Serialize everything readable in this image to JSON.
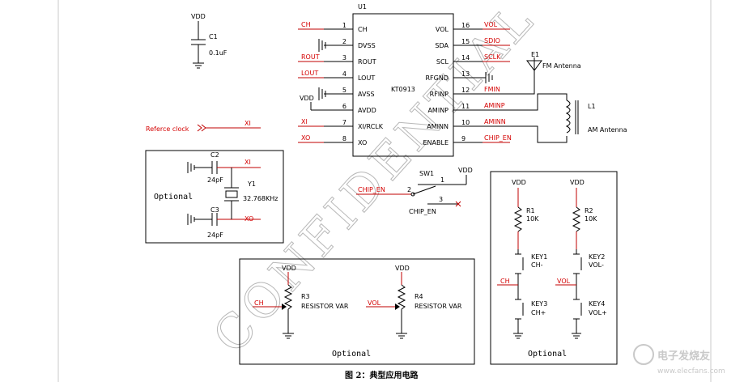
{
  "ic": {
    "ref": "U1",
    "part": "KT0913",
    "left_pins": [
      {
        "num": "1",
        "name": "CH",
        "net": "CH"
      },
      {
        "num": "2",
        "name": "DVSS",
        "net": ""
      },
      {
        "num": "3",
        "name": "ROUT",
        "net": "ROUT"
      },
      {
        "num": "4",
        "name": "LOUT",
        "net": "LOUT"
      },
      {
        "num": "5",
        "name": "AVSS",
        "net": ""
      },
      {
        "num": "6",
        "name": "AVDD",
        "net": "VDD"
      },
      {
        "num": "7",
        "name": "XI/RCLK",
        "net": "XI"
      },
      {
        "num": "8",
        "name": "XO",
        "net": "XO"
      }
    ],
    "right_pins": [
      {
        "num": "16",
        "name": "VOL",
        "net": "VOL"
      },
      {
        "num": "15",
        "name": "SDA",
        "net": "SDIO"
      },
      {
        "num": "14",
        "name": "SCL",
        "net": "SCLK"
      },
      {
        "num": "13",
        "name": "RFGND",
        "net": ""
      },
      {
        "num": "12",
        "name": "RFINP",
        "net": "FMIN"
      },
      {
        "num": "11",
        "name": "AMINP",
        "net": "AMINP"
      },
      {
        "num": "10",
        "name": "AMINN",
        "net": "AMINN"
      },
      {
        "num": "9",
        "name": "ENABLE",
        "net": "CHIP_EN"
      }
    ]
  },
  "c1": {
    "vdd": "VDD",
    "ref": "C1",
    "value": "0.1uF"
  },
  "antenna": {
    "ref": "E1",
    "label": "FM Antenna"
  },
  "coil": {
    "ref": "L1",
    "label": "AM Antenna"
  },
  "ref_clock": {
    "label": "Referce clock",
    "net": "XI"
  },
  "crystal": {
    "c2_ref": "C2",
    "c2_val": "24pF",
    "c3_ref": "C3",
    "c3_val": "24pF",
    "y_ref": "Y1",
    "y_val": "32.768KHz",
    "net_top": "XI",
    "net_bot": "XO",
    "optional": "Optional"
  },
  "switch": {
    "ref": "SW1",
    "vdd": "VDD",
    "net": "CHIP_EN",
    "label": "CHIP_EN",
    "p1": "1",
    "p2": "2",
    "p3": "3"
  },
  "pots": {
    "optional": "Optional",
    "r3": {
      "vdd": "VDD",
      "net": "CH",
      "ref": "R3",
      "value": "RESISTOR VAR"
    },
    "r4": {
      "vdd": "VDD",
      "net": "VOL",
      "ref": "R4",
      "value": "RESISTOR VAR"
    }
  },
  "keys": {
    "optional": "Optional",
    "left": {
      "vdd": "VDD",
      "r_ref": "R1",
      "r_val": "10K",
      "net": "CH",
      "k_top_ref": "KEY1",
      "k_top_label": "CH-",
      "k_bot_ref": "KEY3",
      "k_bot_label": "CH+"
    },
    "right": {
      "vdd": "VDD",
      "r_ref": "R2",
      "r_val": "10K",
      "net": "VOL",
      "k_top_ref": "KEY2",
      "k_top_label": "VOL-",
      "k_bot_ref": "KEY4",
      "k_bot_label": "VOL+"
    }
  },
  "caption": "图 2：典型应用电路",
  "watermark": "CONFIDENTIAL",
  "logo": {
    "line1": "电子发烧友",
    "line2": "www.elecfans.com"
  }
}
